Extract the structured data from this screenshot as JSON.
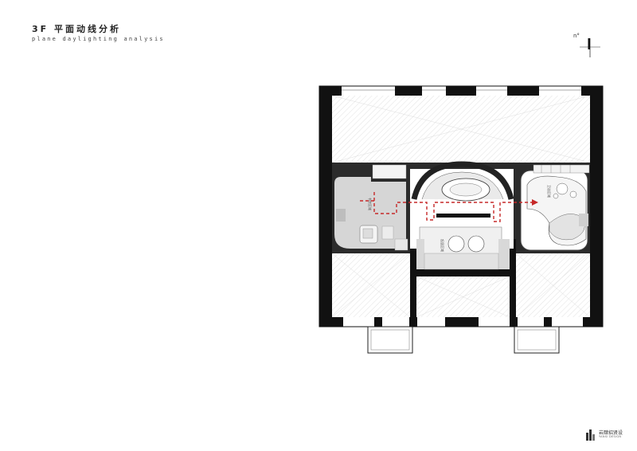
{
  "header": {
    "title": "3F  平面动线分析",
    "subtitle": "plane daylighting analysis"
  },
  "compass": {
    "label": "n°"
  },
  "rooms": {
    "left_room": "书房区域",
    "center_room": "起居区域",
    "right_room": "卫浴区域"
  },
  "brand": {
    "name": "岩肆招贤设",
    "tagline": "YANSI DESIGN"
  },
  "colors": {
    "wall": "#111111",
    "floor_gray": "#d6d6d6",
    "circulation": "#c62828"
  }
}
